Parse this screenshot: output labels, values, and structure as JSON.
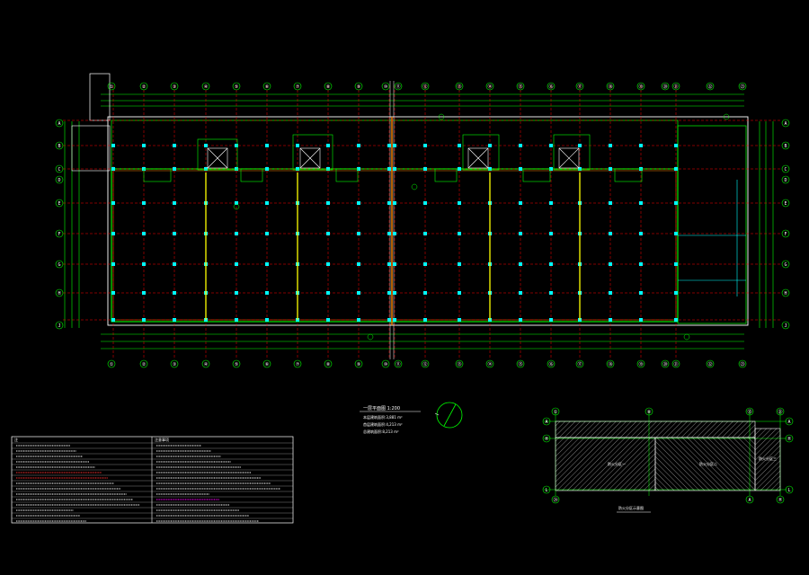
{
  "colors": {
    "background": "#000000",
    "grid_line": "#ff0000",
    "wall": "#00ff00",
    "column": "#00ffff",
    "highlight_wall": "#ffff00",
    "text": "#ffffff",
    "outline": "#ffffff",
    "magenta": "#ff00ff"
  },
  "plan": {
    "axis_top_labels": [
      "①",
      "②",
      "③",
      "④",
      "⑤",
      "⑥",
      "⑦",
      "⑧",
      "⑨",
      "⑩",
      "⑪",
      "⑫",
      "⑬",
      "⑭",
      "⑮",
      "⑯",
      "⑰",
      "⑱",
      "⑲",
      "⑳",
      "㉑",
      "㉒",
      "㉓",
      "㉔"
    ],
    "axis_side_labels": [
      "A",
      "B",
      "C",
      "D",
      "E",
      "F",
      "G",
      "H",
      "J"
    ]
  },
  "title_block": {
    "text": "一层平面图 1:200",
    "area_lines": [
      "本层建筑面积:3,881 m²",
      "首层建筑面积:4,213 m²",
      "总建筑面积:8,213 m²"
    ]
  },
  "inset": {
    "caption": "防火分区示意图",
    "axis_labels": [
      "①",
      "⑧",
      "⑮",
      "㉑",
      "㉔",
      "A",
      "H",
      "L"
    ],
    "zones": [
      "防火分区一",
      "防火分区二",
      "防火分区三"
    ]
  },
  "notes": {
    "left_header": "注",
    "right_header": "注意事项"
  }
}
